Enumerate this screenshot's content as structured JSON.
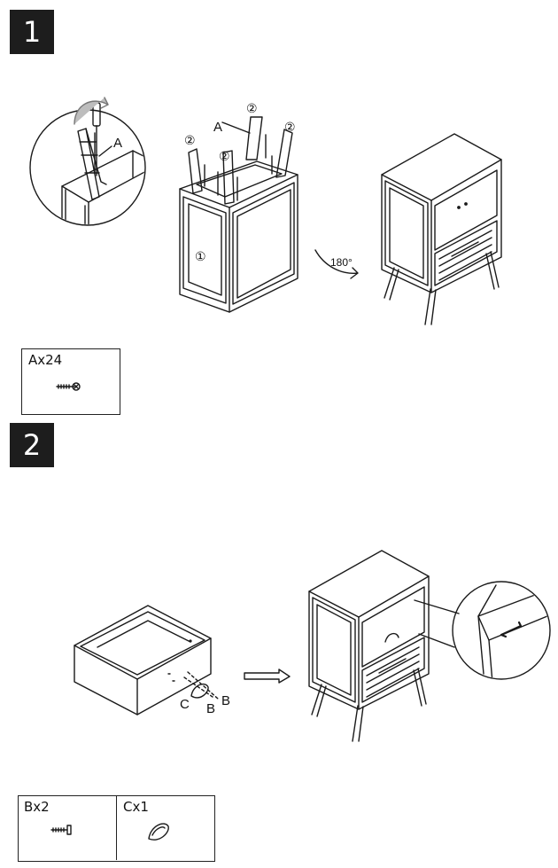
{
  "steps": [
    {
      "number": "1",
      "callouts": {
        "screw_label_zoom": "A",
        "screw_label_main": "A",
        "leg_marker_1": "②",
        "leg_marker_2": "②",
        "leg_marker_3": "②",
        "leg_marker_4": "②",
        "cabinet_marker": "①",
        "rotation": "180°"
      },
      "parts": [
        {
          "label": "Ax24",
          "icon": "screw-icon"
        }
      ]
    },
    {
      "number": "2",
      "callouts": {
        "hole_label_1": "B",
        "hole_label_2": "B",
        "handle_label": "C"
      },
      "parts": [
        {
          "label": "Bx2",
          "icon": "screw-icon"
        },
        {
          "label": "Cx1",
          "icon": "handle-icon"
        }
      ]
    }
  ]
}
